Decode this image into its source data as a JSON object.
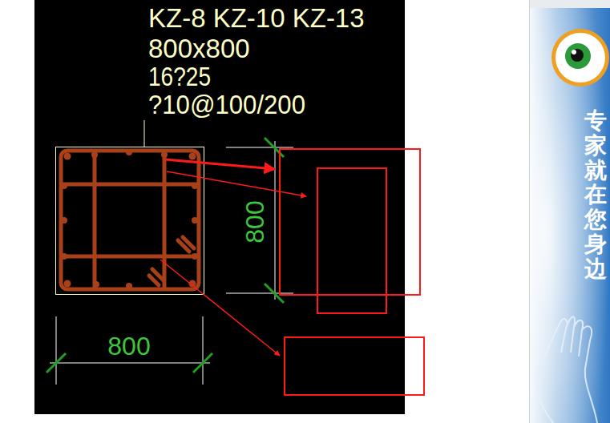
{
  "diagram": {
    "nodes": [
      {
        "text": [
          "专家就在您身边"
        ]
      }
    ],
    "labels": [
      "KZ-8 KZ-10 KZ-13",
      "800x800",
      "16?25",
      "?10@100/200",
      "800",
      "800"
    ]
  }
}
